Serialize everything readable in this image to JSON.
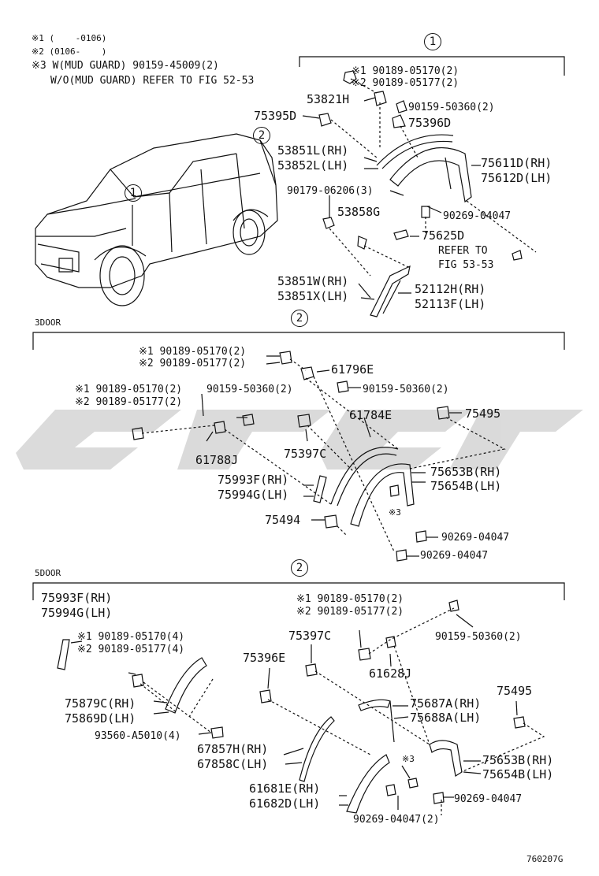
{
  "notes": {
    "n1": "※1 (    -0106)",
    "n2": "※2 (0106-    )",
    "n3": "※3 W(MUD GUARD) 90159-45009(2)",
    "n4": "W/O(MUD GUARD) REFER TO FIG 52-53"
  },
  "sections": {
    "s3door": "3DOOR",
    "s5door": "5DOOR"
  },
  "circle_marks": {
    "one": "1",
    "two": "2"
  },
  "top_labels": {
    "a1": "※1 90189-05170(2)",
    "a2": "※2 90189-05177(2)",
    "p53821H": "53821H",
    "p90159_50360": "90159-50360(2)",
    "p75395D": "75395D",
    "p75396D": "75396D",
    "p53851L": "53851L(RH)",
    "p53852L": "53852L(LH)",
    "p75611D": "75611D(RH)",
    "p75612D": "75612D(LH)",
    "p90179": "90179-06206(3)",
    "p53858G": "53858G",
    "p90269a": "90269-04047",
    "p75625D": "75625D",
    "refer1": "REFER TO",
    "refer2": "FIG 53-53",
    "p53851W": "53851W(RH)",
    "p53851X": "53851X(LH)",
    "p52112H": "52112H(RH)",
    "p52113F": "52113F(LH)"
  },
  "door3_labels": {
    "b1": "※1 90189-05170(2)",
    "b2": "※2 90189-05177(2)",
    "p61796E": "61796E",
    "c1": "※1 90189-05170(2)",
    "c2": "※2 90189-05177(2)",
    "p90159a": "90159-50360(2)",
    "p90159b": "90159-50360(2)",
    "p61784E": "61784E",
    "p75495": "75495",
    "p61788J": "61788J",
    "p75397C": "75397C",
    "p75993F": "75993F(RH)",
    "p75994G": "75994G(LH)",
    "p75653B": "75653B(RH)",
    "p75654B": "75654B(LH)",
    "p75494": "75494",
    "m3": "※3",
    "p90269a": "90269-04047",
    "p90269b": "90269-04047"
  },
  "door5_labels": {
    "p75993F": "75993F(RH)",
    "p75994G": "75994G(LH)",
    "d1": "※1 90189-05170(2)",
    "d2": "※2 90189-05177(2)",
    "e1": "※1 90189-05170(4)",
    "e2": "※2 90189-05177(4)",
    "p75397C": "75397C",
    "p90159": "90159-50360(2)",
    "p75396E": "75396E",
    "p61628J": "61628J",
    "p75495": "75495",
    "p75879C": "75879C(RH)",
    "p75869D": "75869D(LH)",
    "p75687A": "75687A(RH)",
    "p75688A": "75688A(LH)",
    "p93560": "93560-A5010(4)",
    "p67857H": "67857H(RH)",
    "p67858C": "67858C(LH)",
    "m3": "※3",
    "p75653B": "75653B(RH)",
    "p75654B": "75654B(LH)",
    "p61681E": "61681E(RH)",
    "p61682D": "61682D(LH)",
    "p90269": "90269-04047",
    "p90269b": "90269-04047(2)"
  },
  "figure_id": "760207G",
  "watermark_color": "#d9d9d9"
}
